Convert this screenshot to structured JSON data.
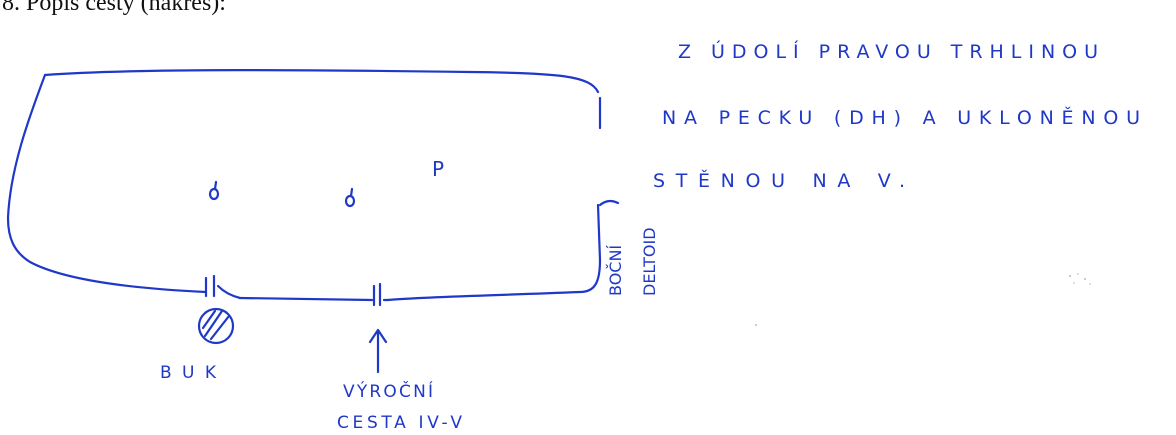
{
  "document": {
    "heading": "8. Popis cesty (nákres):",
    "ink_color": "#2038c8",
    "route_description": [
      "Z ÚDOLÍ PRAVOU TRHLINOU",
      "NA PECKU (DH) A UKLONĚNOU",
      "STĚNOU NA V."
    ],
    "sketch_labels": {
      "peak_mark": "P",
      "side_feature": "BOČNÍ DELTOID",
      "side_feature_lines": [
        "BOČNÍ",
        "DELTOID"
      ],
      "tree": "BUK",
      "route_name_lines": [
        "VÝROČNÍ",
        "CESTA IV-V"
      ]
    }
  }
}
